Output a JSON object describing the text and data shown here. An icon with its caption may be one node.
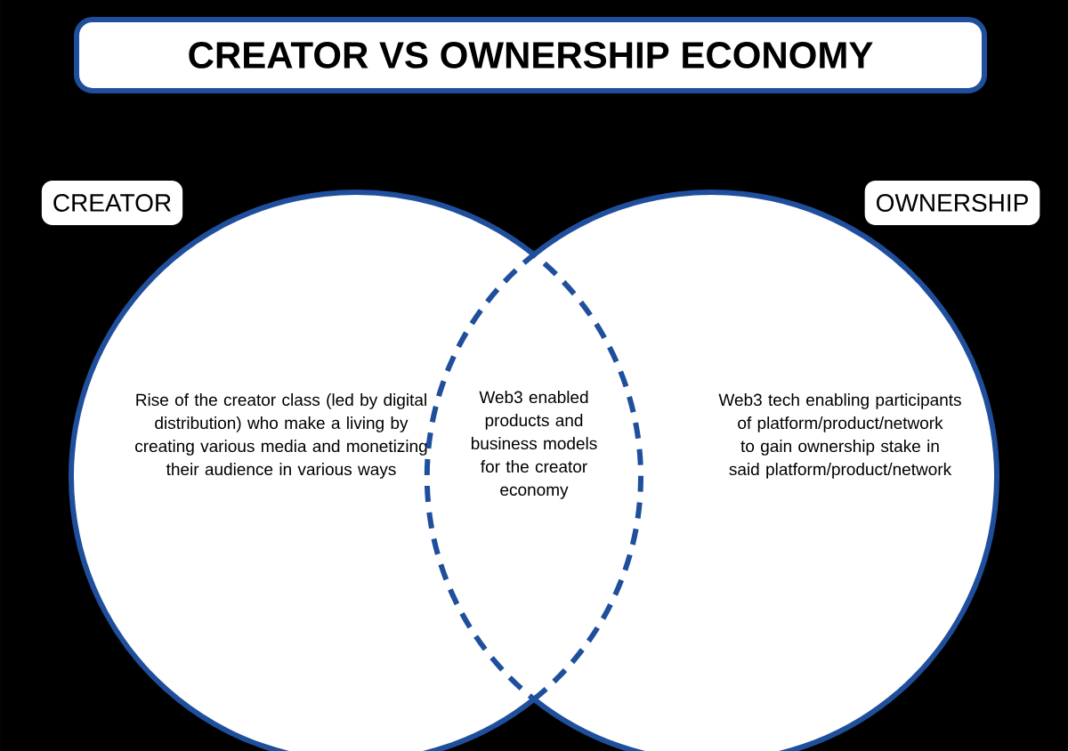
{
  "diagram": {
    "title": "CREATOR VS OWNERSHIP ECONOMY",
    "nodes": [
      {
        "text": [
          "CREATOR"
        ]
      },
      {
        "text": [
          "OWNERSHIP"
        ]
      },
      {
        "text": [
          "Rise of the creator class (led by digital distribution) who make a living by creating various media and monetizing their audience in various ways"
        ]
      },
      {
        "text": [
          "Web3 enabled products and business models for the creator economy"
        ]
      },
      {
        "text": [
          "Web3 tech enabling participants of platform/product/network to gain ownership stake in said platform/product/network"
        ]
      }
    ]
  }
}
